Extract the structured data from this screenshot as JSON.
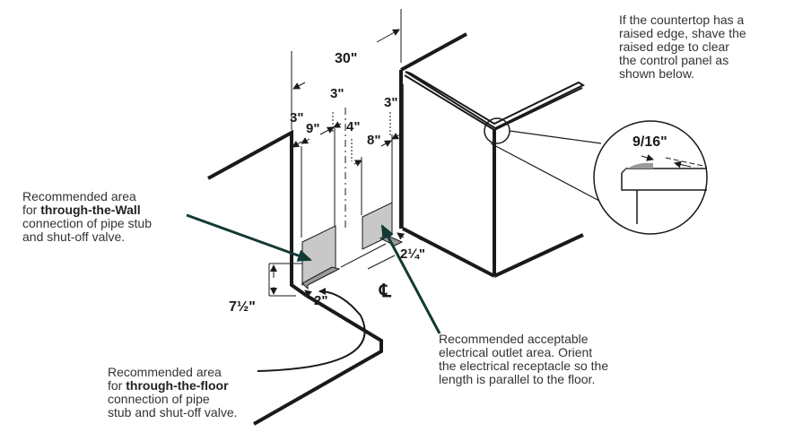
{
  "dimensions": {
    "width_total": "30\"",
    "left_margin": "3\"",
    "wall_area_width": "9\"",
    "center_gap": "3\"",
    "center_offset": "4\"",
    "outlet_area_width": "8\"",
    "right_margin": "3\"",
    "floor_height": "7½\"",
    "floor_depth": "2\"",
    "outlet_depth": "2¼\"",
    "centerline": "℄",
    "raised_edge": "9/16\""
  },
  "notes": {
    "countertop": [
      "If the countertop has a",
      "raised edge, shave the",
      "raised edge to clear",
      "the control panel as",
      "shown below."
    ],
    "wall_line1": "Recommended area",
    "wall_pre": "for ",
    "wall_bold": "through-the-Wall",
    "wall_line3": "connection of pipe stub",
    "wall_line4": "and shut-off valve.",
    "floor_line1": "Recommended area",
    "floor_pre": "for ",
    "floor_bold": "through-the-floor",
    "floor_line3": "connection of pipe",
    "floor_line4": "stub and shut-off valve.",
    "outlet": [
      "Recommended acceptable",
      "electrical outlet area. Orient",
      "the electrical receptacle so the",
      "length is parallel to the floor."
    ]
  },
  "colors": {
    "line": "#1a1a1a",
    "area_fill": "#c8c8c8",
    "floor_fill": "#9a9a9a",
    "arrow": "#123a34"
  }
}
